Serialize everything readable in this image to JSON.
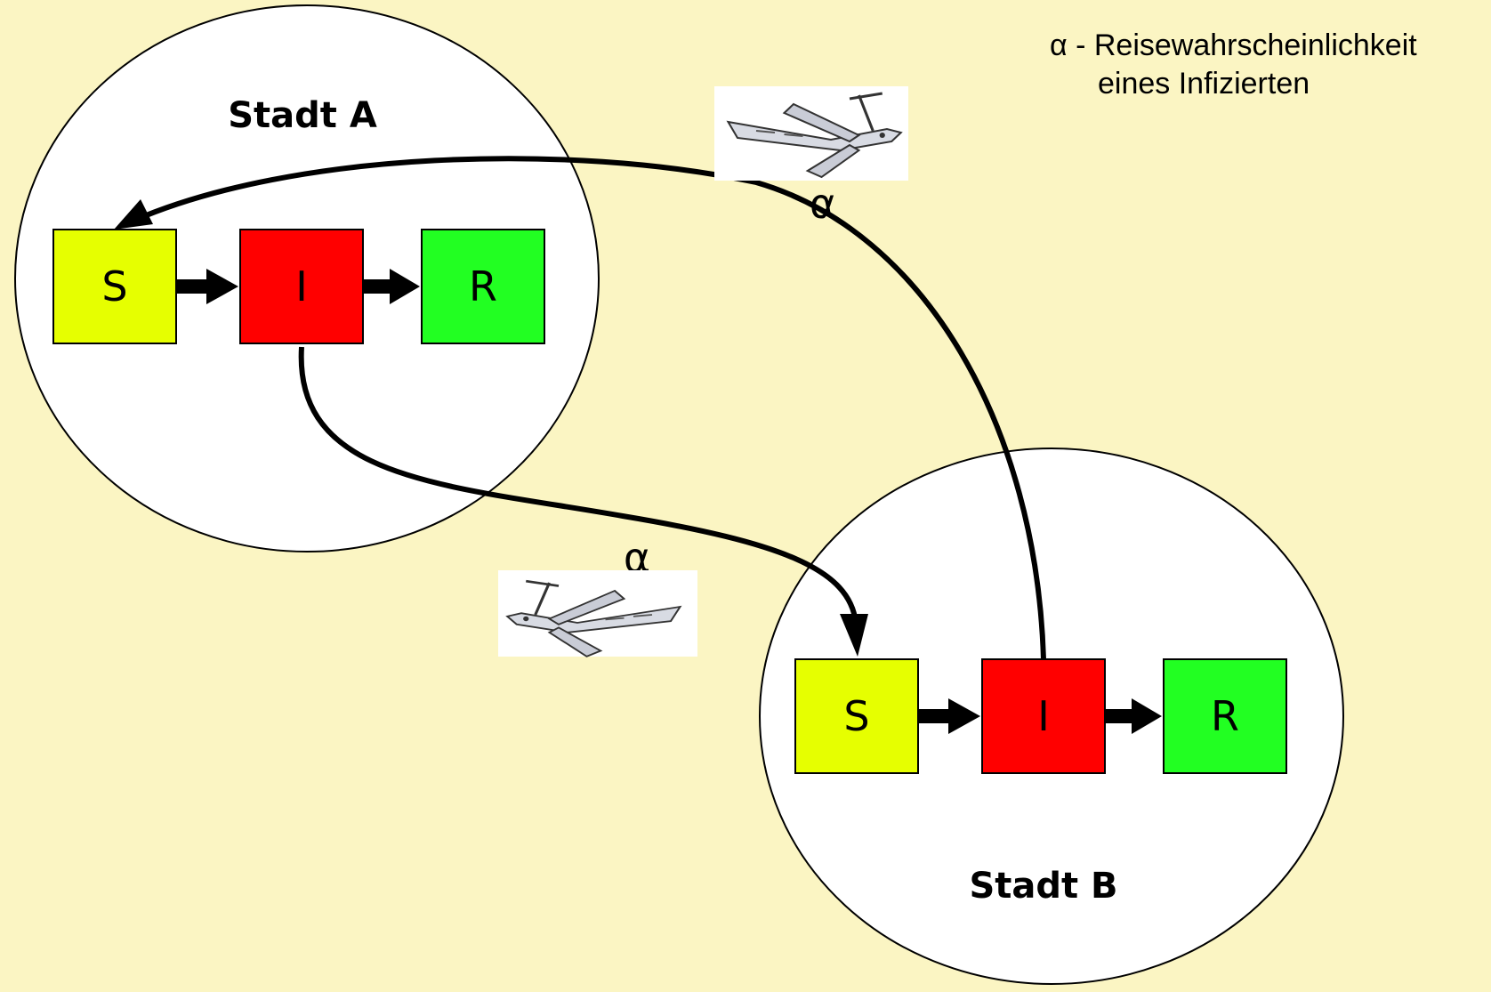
{
  "legend": {
    "line1": "α - Reisewahrscheinlichkeit",
    "line2": "eines Infizierten"
  },
  "cities": [
    {
      "label": "Stadt A",
      "compartments": [
        {
          "label": "S",
          "color": "#e6ff00"
        },
        {
          "label": "I",
          "color": "#ff0000"
        },
        {
          "label": "R",
          "color": "#22ff22"
        }
      ]
    },
    {
      "label": "Stadt B",
      "compartments": [
        {
          "label": "S",
          "color": "#e6ff00"
        },
        {
          "label": "I",
          "color": "#ff0000"
        },
        {
          "label": "R",
          "color": "#22ff22"
        }
      ]
    }
  ],
  "travel": [
    {
      "from": "Stadt B I",
      "to": "Stadt A S",
      "label": "α",
      "icon": "airplane-icon"
    },
    {
      "from": "Stadt A I",
      "to": "Stadt B S",
      "label": "α",
      "icon": "airplane-icon"
    }
  ],
  "colors": {
    "background": "#fbf5c3",
    "circle": "#ffffff",
    "arrow": "#000000"
  }
}
